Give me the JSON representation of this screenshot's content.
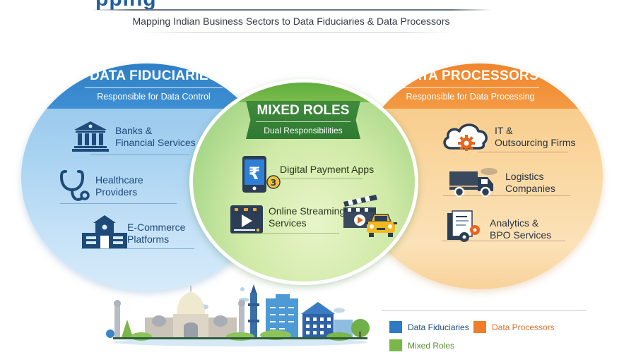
{
  "header": {
    "title_visible_fragment": "pping",
    "subtitle": "Mapping Indian Business Sectors to Data Fiduciaries & Data Processors"
  },
  "groups": {
    "fiduciaries": {
      "title": "DATA FIDUCIARIES",
      "subtitle": "Responsible for Data Control",
      "color": "#2f7fc6",
      "items": [
        {
          "line1": "Banks &",
          "line2": "Financial Services",
          "icon": "bank-icon"
        },
        {
          "line1": "Healthcare",
          "line2": "Providers",
          "icon": "stethoscope-icon"
        },
        {
          "line1": "E-Commerce",
          "line2": "Platforms",
          "icon": "storefront-icon"
        }
      ]
    },
    "mixed": {
      "title": "MIXED ROLES",
      "subtitle": "Dual Responsibilities",
      "color": "#5fae3e",
      "items": [
        {
          "line1": "Digital Payment Apps",
          "line2": "",
          "icon": "rupee-phone-icon",
          "badge": "3"
        },
        {
          "line1": "Online Streaming",
          "line2": "Services",
          "icon": "video-player-icon"
        }
      ],
      "extra_icons": [
        "clapperboard-icon",
        "taxi-icon"
      ]
    },
    "processors": {
      "title": "DATA PROCESSORS",
      "subtitle": "Responsible for Data Processing",
      "color": "#f0852c",
      "items": [
        {
          "line1": "IT &",
          "line2": "Outsourcing Firms",
          "icon": "cloud-gear-icon"
        },
        {
          "line1": "Logistics",
          "line2": "Companies",
          "icon": "truck-icon"
        },
        {
          "line1": "Analytics &",
          "line2": "BPO Services",
          "icon": "document-gears-icon"
        }
      ]
    }
  },
  "legend": [
    {
      "label": "Data Fiduciaries",
      "color": "#2e7bc4",
      "text_color": "#1d4a7a"
    },
    {
      "label": "Data Processors",
      "color": "#ef7d2a",
      "text_color": "#d9702a"
    },
    {
      "label": "Mixed Roles",
      "color": "#7ab648",
      "text_color": "#5a8f32"
    }
  ],
  "illustration": {
    "name": "indian-city-skyline",
    "elements": [
      "taj-mahal",
      "minaret",
      "office-tower",
      "office-building",
      "trees",
      "clouds"
    ]
  }
}
